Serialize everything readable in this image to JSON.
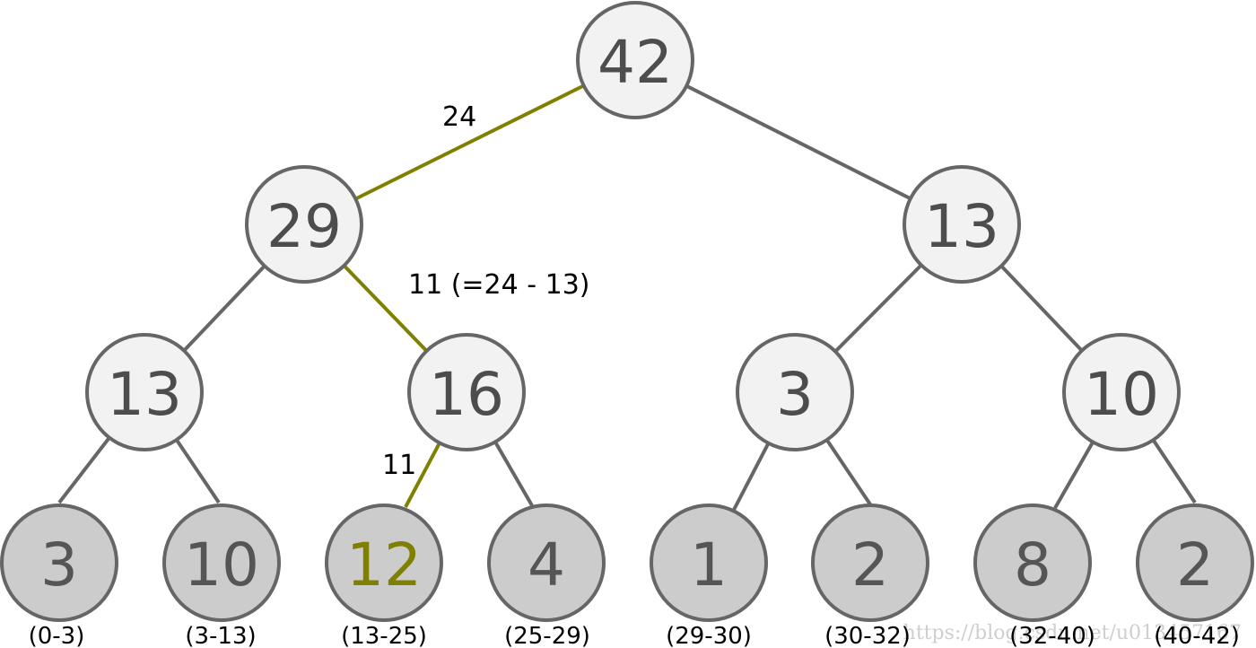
{
  "colors": {
    "internal_fill": "#f2f2f2",
    "leaf_fill": "#cccccc",
    "stroke": "#666666",
    "highlight": "#808000",
    "text": "#4d4d4d"
  },
  "nodes": {
    "root": "42",
    "l1_left": "29",
    "l1_right": "13",
    "l2_a": "13",
    "l2_b": "16",
    "l2_c": "3",
    "l2_d": "10",
    "leaf_1": "3",
    "leaf_2": "10",
    "leaf_3": "12",
    "leaf_4": "4",
    "leaf_5": "1",
    "leaf_6": "2",
    "leaf_7": "8",
    "leaf_8": "2"
  },
  "edge_labels": {
    "root_to_29": "24",
    "n29_to_16": "11 (=24 - 13)",
    "n16_to_12": "11"
  },
  "ranges": [
    "(0-3)",
    "(3-13)",
    "(13-25)",
    "(25-29)",
    "(29-30)",
    "(30-32)",
    "(32-40)",
    "(40-42)"
  ],
  "watermark": "https://blog.csdn.net/u013457167"
}
